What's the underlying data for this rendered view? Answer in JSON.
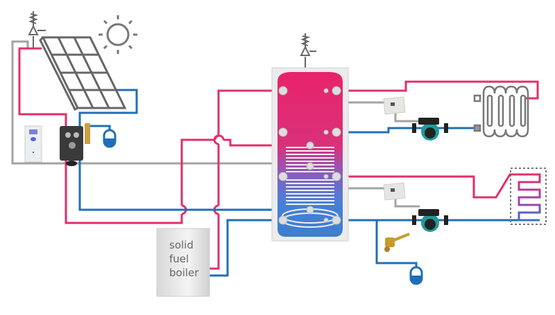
{
  "boiler": {
    "lines": [
      "solid",
      "fuel",
      "boiler"
    ]
  },
  "colors": {
    "hot": "#e02f6b",
    "cold": "#1f6fb8",
    "signal": "#a3a3a3",
    "frame": "#6a6a6a"
  },
  "icons": [
    "sun-icon",
    "solar-panel-icon",
    "safety-valve-icon",
    "solar-controller-icon",
    "pump-station-icon",
    "expansion-vessel-icon",
    "storage-tank-icon",
    "thermostat-icon",
    "circulation-pump-icon",
    "radiator-icon",
    "floor-heating-icon",
    "mixing-valve-icon"
  ]
}
